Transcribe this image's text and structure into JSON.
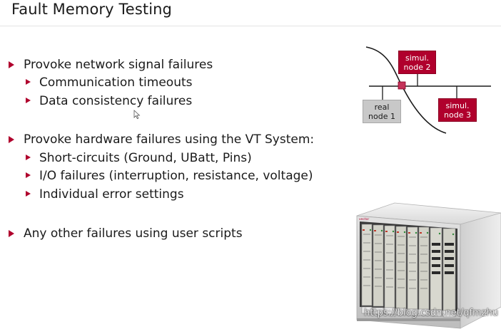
{
  "slide": {
    "title": "Fault Memory Testing",
    "bullets": [
      {
        "level": 1,
        "text": "Provoke network signal failures"
      },
      {
        "level": 2,
        "text": "Communication timeouts"
      },
      {
        "level": 2,
        "text": "Data consistency failures"
      },
      {
        "level": 1,
        "text": "Provoke hardware failures using the VT System:"
      },
      {
        "level": 2,
        "text": "Short-circuits (Ground, UBatt, Pins)"
      },
      {
        "level": 2,
        "text": "I/O failures (interruption, resistance, voltage)"
      },
      {
        "level": 2,
        "text": "Individual error settings"
      },
      {
        "level": 1,
        "text": "Any other failures using user scripts"
      }
    ]
  },
  "diagram": {
    "nodes": {
      "sim_node_2": {
        "line1": "simul.",
        "line2": "node 2"
      },
      "real_node_1": {
        "line1": "real",
        "line2": "node 1"
      },
      "sim_node_3": {
        "line1": "simul.",
        "line2": "node 3"
      }
    }
  },
  "device": {
    "brand": "vector"
  },
  "watermark": "https://blog.csdn.net/qfmzhu",
  "colors": {
    "accent": "#b0002d",
    "real_node": "#c8c8c8",
    "text": "#1a1a1a"
  }
}
